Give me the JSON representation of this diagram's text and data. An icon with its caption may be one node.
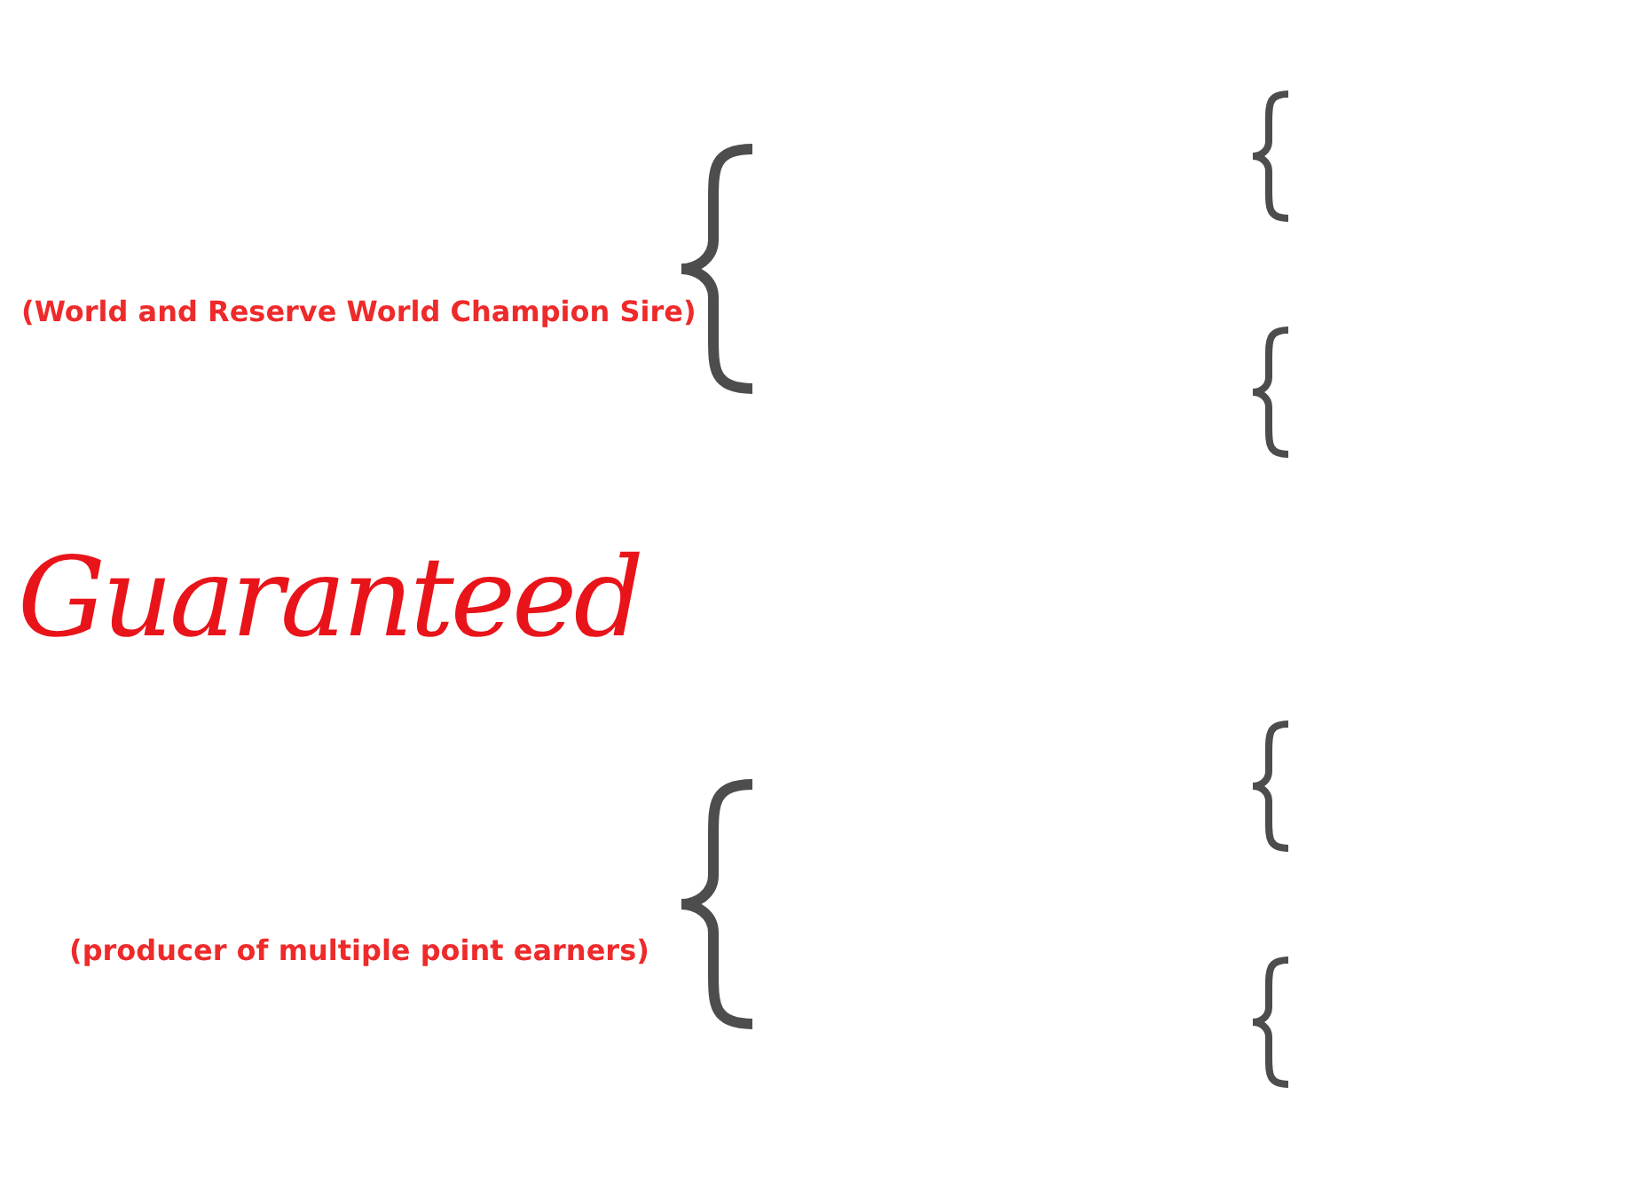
{
  "diagram": {
    "labels": [
      "(World and Reserve World Champion Sire)",
      "Guaranteed",
      "(producer of multiple point earners)"
    ]
  }
}
